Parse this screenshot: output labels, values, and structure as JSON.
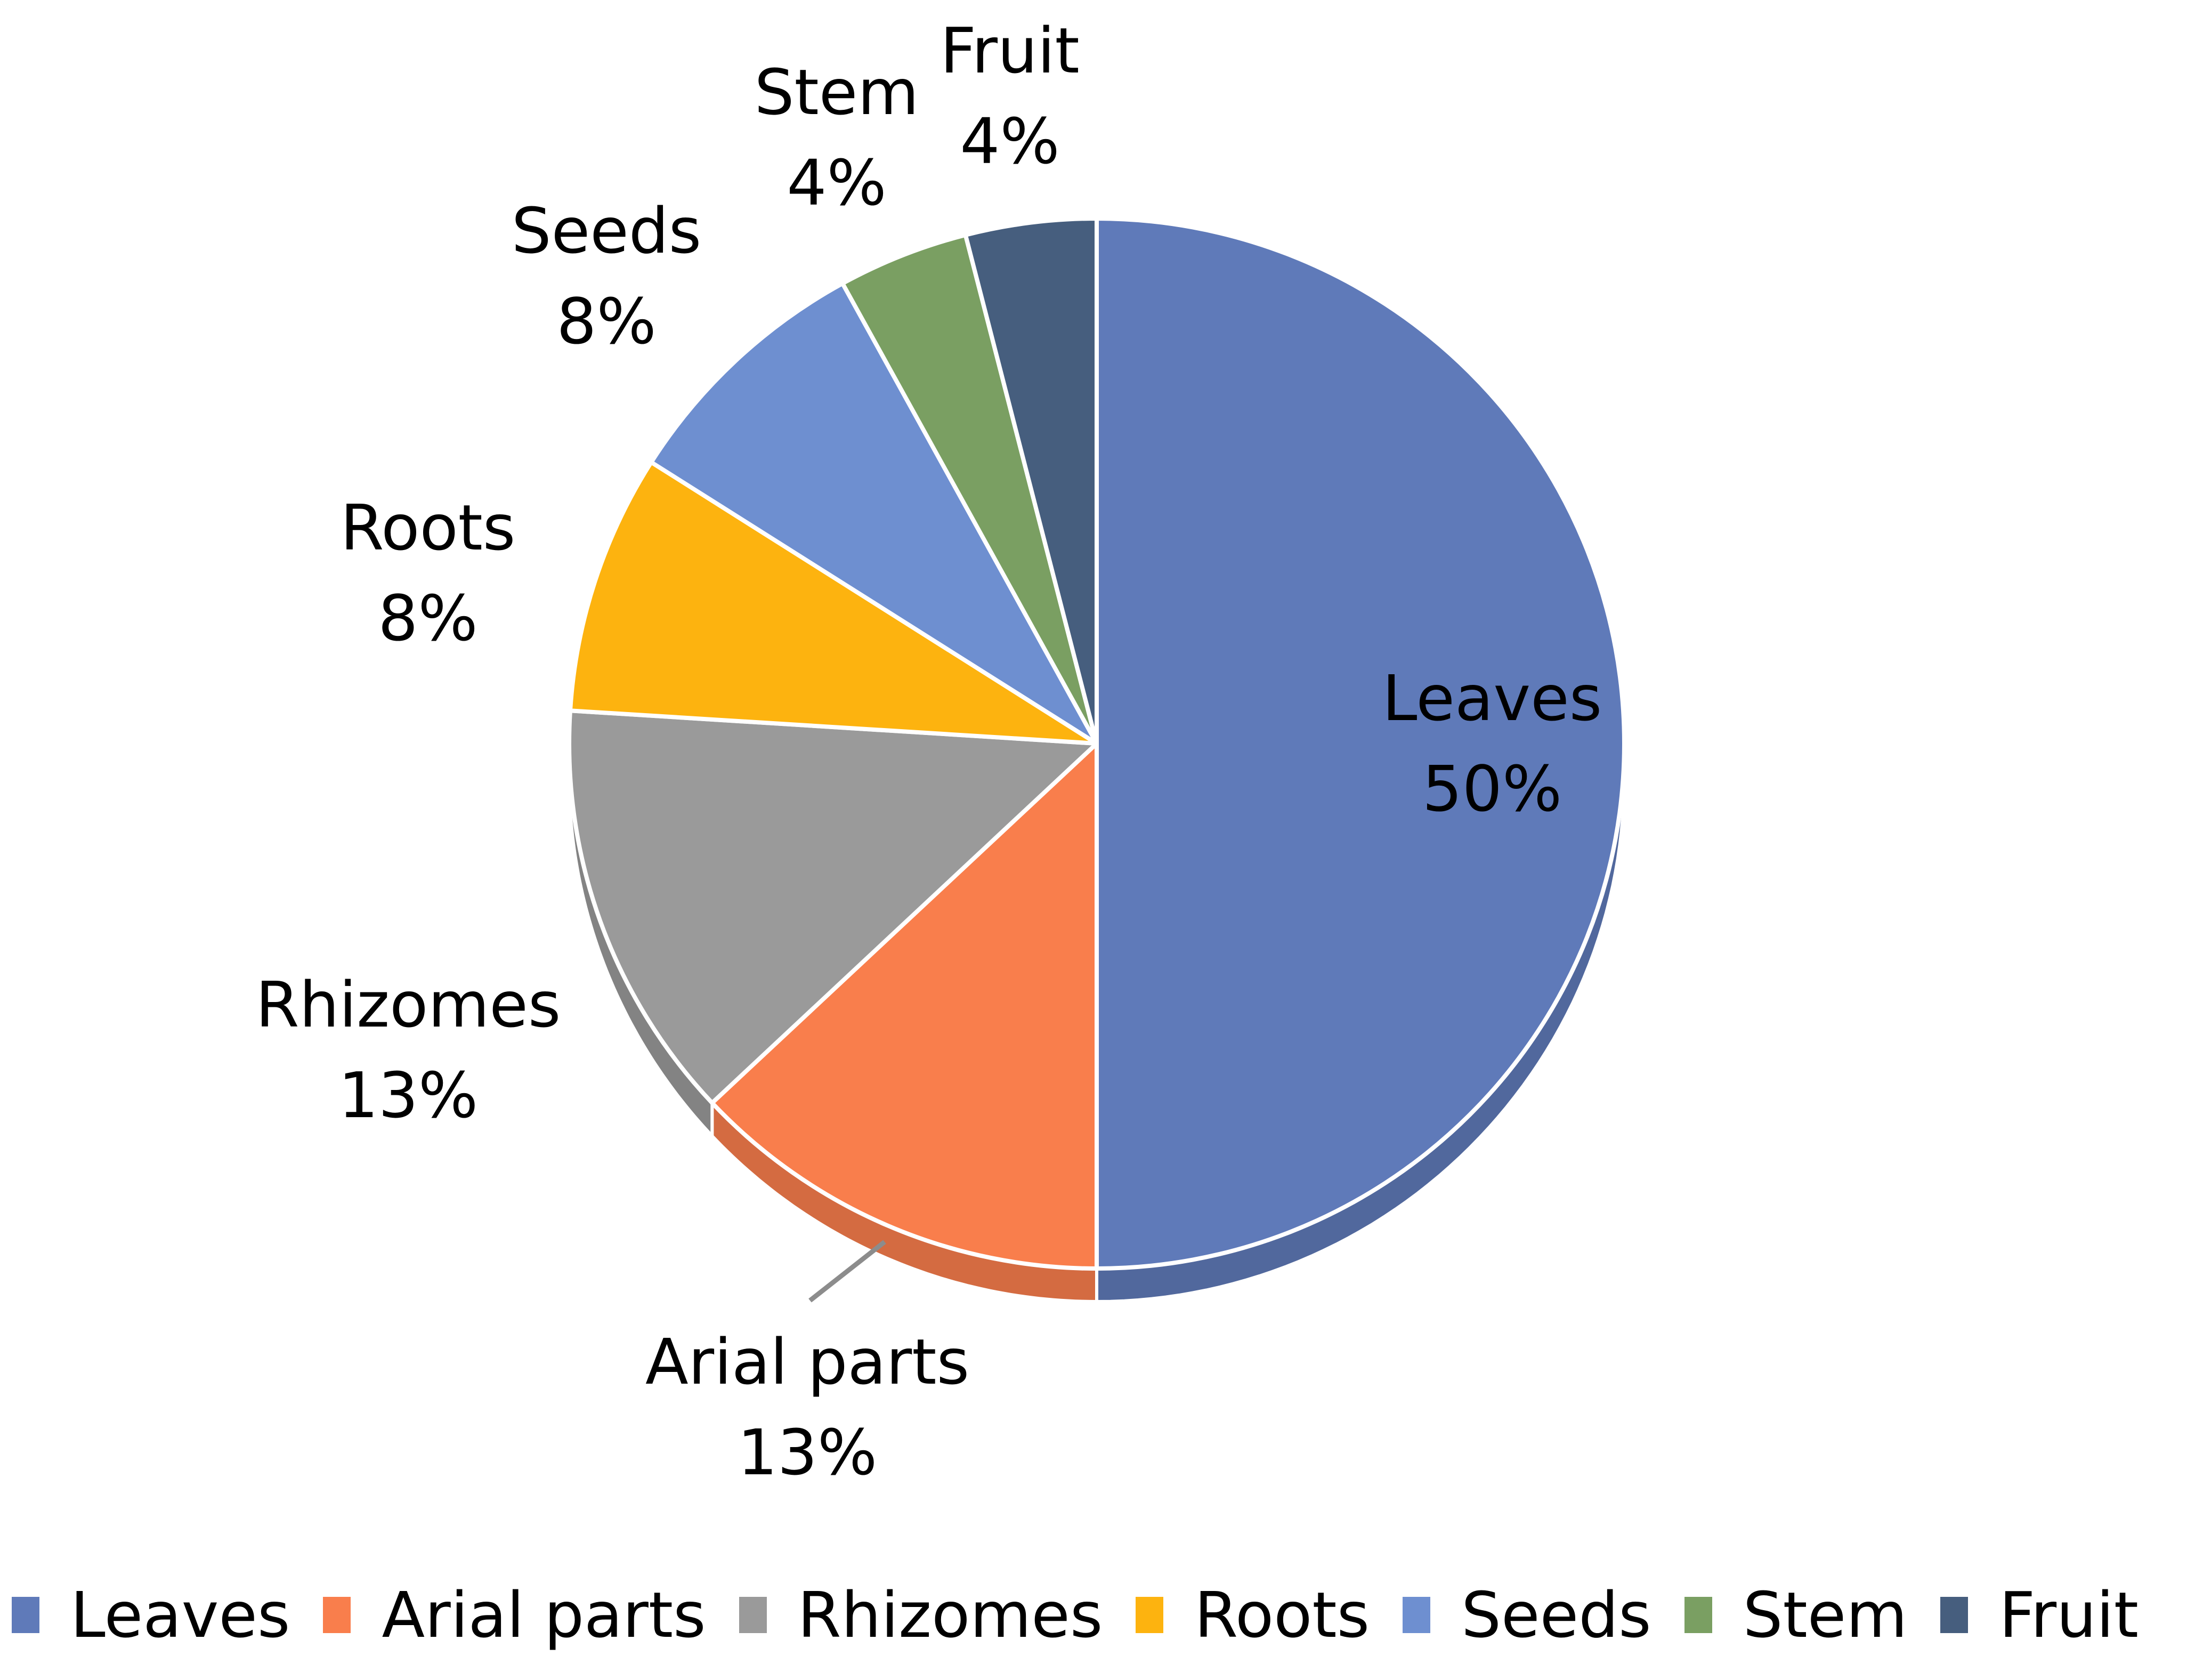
{
  "chart_data": {
    "type": "pie",
    "title": "",
    "labels": [
      "Leaves",
      "Arial parts",
      "Rhizomes",
      "Roots",
      "Seeds",
      "Stem",
      "Fruit"
    ],
    "values": [
      50,
      13,
      13,
      8,
      8,
      4,
      4
    ],
    "value_labels": [
      "50%",
      "13%",
      "13%",
      "8%",
      "8%",
      "4%",
      "4%"
    ],
    "colors": [
      "#5F7AB9",
      "#F97E4C",
      "#9A9A9A",
      "#FDB30F",
      "#6E8FD0",
      "#7A9F62",
      "#465E7E"
    ],
    "start_angle": "12 o'clock",
    "direction": "clockwise",
    "style": "3D-tilted pie with slice outlines",
    "legend_position": "bottom",
    "show_percent_labels": true
  },
  "labels": {
    "leaves": {
      "name": "Leaves",
      "pct": "50%"
    },
    "arial_parts": {
      "name": "Arial parts",
      "pct": "13%"
    },
    "rhizomes": {
      "name": "Rhizomes",
      "pct": "13%"
    },
    "roots": {
      "name": "Roots",
      "pct": "8%"
    },
    "seeds": {
      "name": "Seeds",
      "pct": "8%"
    },
    "stem": {
      "name": "Stem",
      "pct": "4%"
    },
    "fruit": {
      "name": "Fruit",
      "pct": "4%"
    }
  },
  "legend": {
    "items": [
      {
        "label": "Leaves",
        "color": "#5F7AB9"
      },
      {
        "label": "Arial parts",
        "color": "#F97E4C"
      },
      {
        "label": "Rhizomes",
        "color": "#9A9A9A"
      },
      {
        "label": "Roots",
        "color": "#FDB30F"
      },
      {
        "label": "Seeds",
        "color": "#6E8FD0"
      },
      {
        "label": "Stem",
        "color": "#7A9F62"
      },
      {
        "label": "Fruit",
        "color": "#465E7E"
      }
    ]
  }
}
